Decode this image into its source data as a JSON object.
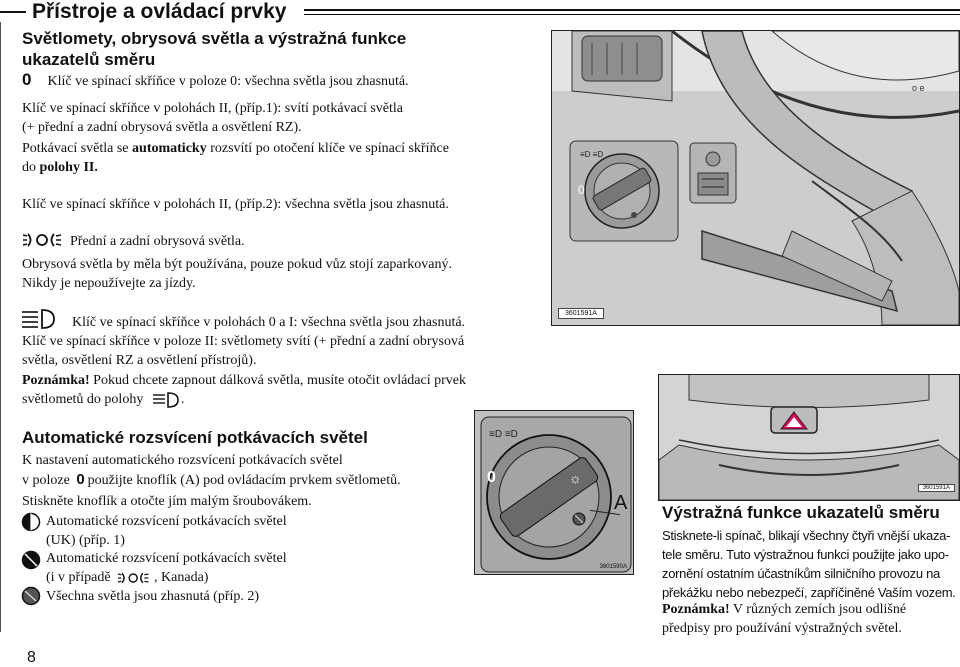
{
  "header": {
    "section_title": "Přístroje a ovládací prvky",
    "page_number": "8"
  },
  "lights": {
    "heading": "Světlomety, obrysová světla a výstražná funkce ukazatelů směru",
    "p1_zero_symbol": "0",
    "p1": "Klíč ve spínací skříňce v poloze 0: všechna světla jsou zhasnutá.",
    "p2_line1": "Klíč ve spínací skříňce v polohách II, (příp.1): svítí potkávací světla",
    "p2_line2": "(+ přední a zadní obrysová světla a osvětlení RZ).",
    "p3_line1_pre": "Potkávací světla se ",
    "p3_line1_bold": "automaticky",
    "p3_line1_post": " rozsvítí po otočení klíče ve spínací skříňce",
    "p3_line2_pre": "do ",
    "p3_line2_bold": "polohy II.",
    "p4": "Klíč ve spínací skříňce v polohách II, (příp.2): všechna světla jsou zhasnutá.",
    "p5": "Přední a zadní obrysová světla.",
    "p6_line1": "Obrysová světla by měla být používána, pouze pokud vůz stojí zaparkovaný.",
    "p6_line2": "Nikdy je nepoužívejte za jízdy.",
    "p7": "Klíč ve spínací skříňce v polohách 0 a I: všechna světla jsou zhasnutá.",
    "p8_line1": "Klíč ve spínací skříňce v poloze II: světlomety svítí (+ přední a zadní obrysová",
    "p8_line2": "světla, osvětlení RZ a osvětlení přístrojů).",
    "note_label": "Poznámka!",
    "note_line1": " Pokud chcete zapnout dálková světla, musíte otočit ovládací prvek",
    "note_line2": "světlometů do polohy",
    "note_end": "."
  },
  "auto": {
    "heading": "Automatické rozsvícení potkávacích světel",
    "l1": "K nastavení automatického rozsvícení potkávacích světel",
    "l2_pre": "v poloze",
    "l2_post": "použijte knoflík (A) pod ovládacím prvkem světlometů.",
    "l3": "Stiskněte knoflík a otočte jím malým šroubovákem.",
    "i1_line1": "Automatické rozsvícení potkávacích světel",
    "i1_line2": "(UK) (příp. 1)",
    "i2_line1": "Automatické rozsvícení potkávacích světel",
    "i2_line2_pre": "(i v případě",
    "i2_line2_post": ", Kanada)",
    "i3": "Všechna světla jsou zhasnutá (příp. 2)"
  },
  "hazard": {
    "heading": "Výstražná funkce ukazatelů směru",
    "t1": "Stisknete-li spínač, blikají všechny čtyři vnější ukaza-",
    "t2": "tele směru. Tuto výstražnou funkci použijte jako upo-",
    "t3": "zornění ostatním účastníkům silničního provozu na",
    "t4": "překážku nebo nebezpečí, zapříčiněné Vaším vozem.",
    "note_label": "Poznámka!",
    "note_line1": " V různých zemích jsou odlišné",
    "note_line2": "předpisy pro používání výstražných světel."
  },
  "figures": {
    "fig1_code": "3601591A",
    "fig2_code": "3601590A",
    "fig3_code": "3601591A",
    "callout_letter": "A",
    "knob_zero": "0"
  }
}
